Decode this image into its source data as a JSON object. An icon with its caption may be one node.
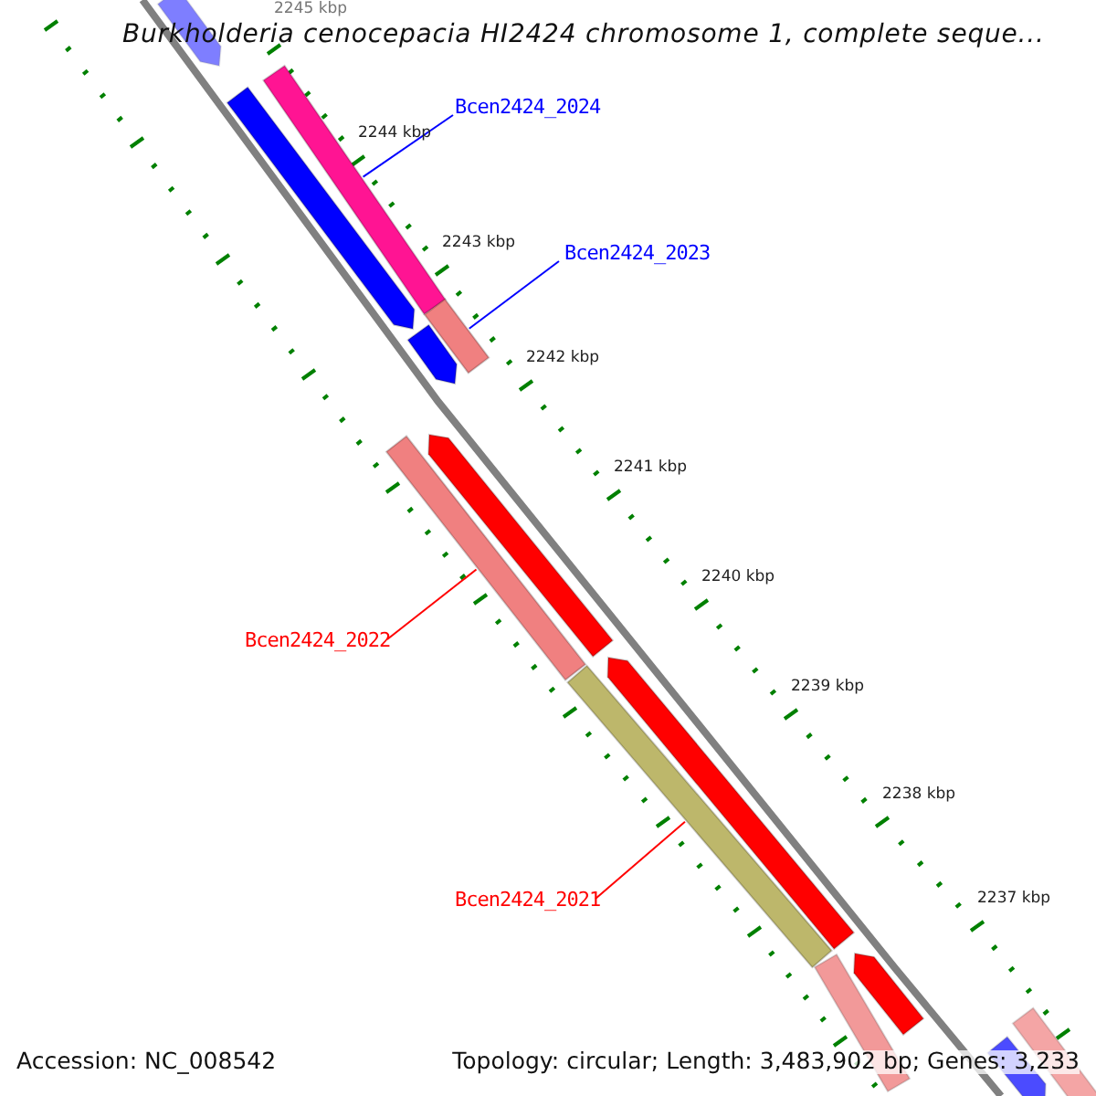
{
  "diagram": {
    "title": "Burkholderia cenocepacia HI2424 chromosome 1, complete seque...",
    "nodes": [
      {
        "text": [],
        "shape": "arrow"
      },
      {
        "text": [
          "Bcen2424_2024"
        ]
      },
      {
        "text": [],
        "shape": "bar"
      },
      {
        "text": [],
        "shape": "arrow"
      },
      {
        "text": [
          "Bcen2424_2023"
        ]
      },
      {
        "text": [],
        "shape": "bar"
      },
      {
        "text": [],
        "shape": "arrow"
      },
      {
        "text": [],
        "shape": "arrow"
      },
      {
        "text": [],
        "shape": "bar"
      },
      {
        "text": [
          "Bcen2424_2022"
        ]
      },
      {
        "text": [],
        "shape": "arrow"
      },
      {
        "text": [],
        "shape": "bar"
      },
      {
        "text": [
          "Bcen2424_2021"
        ]
      },
      {
        "text": [],
        "shape": "arrow"
      },
      {
        "text": [],
        "shape": "bar"
      },
      {
        "text": [],
        "shape": "arrow"
      },
      {
        "text": [],
        "shape": "bar"
      }
    ],
    "edges": [
      {
        "from": 1,
        "to": 2,
        "arrow": "none",
        "color": "#0000ff"
      },
      {
        "from": 4,
        "to": 5,
        "arrow": "none",
        "color": "#0000ff"
      },
      {
        "from": 9,
        "to": 8,
        "arrow": "none",
        "color": "#ff0000"
      },
      {
        "from": 12,
        "to": 11,
        "arrow": "none",
        "color": "#ff0000"
      }
    ],
    "labels": [
      "2245 kbp",
      "2244 kbp",
      "2243 kbp",
      "2242 kbp",
      "2241 kbp",
      "2240 kbp",
      "2239 kbp",
      "2238 kbp",
      "2237 kbp",
      "Accession: NC_008542",
      "Topology: circular; Length: 3,483,902 bp; Genes: 3,233"
    ]
  }
}
